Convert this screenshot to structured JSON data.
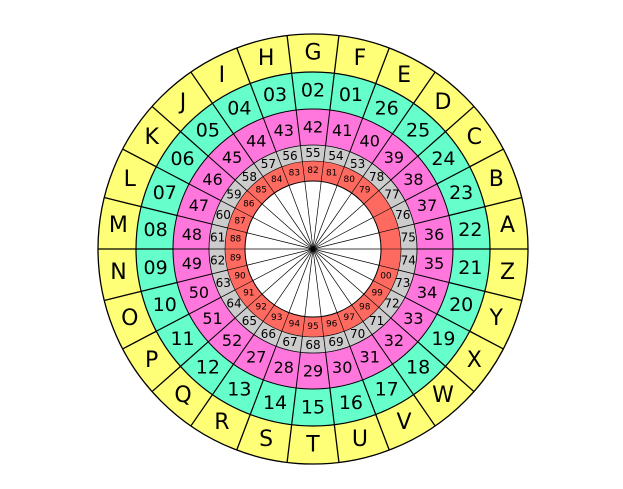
{
  "rings": [
    {
      "name": "letters",
      "color": "#ffff77",
      "segments": 26,
      "start_angle_deg": 90,
      "labels": [
        "G",
        "F",
        "E",
        "D",
        "C",
        "B",
        "A",
        "Z",
        "Y",
        "X",
        "W",
        "V",
        "U",
        "T",
        "S",
        "R",
        "Q",
        "P",
        "O",
        "N",
        "M",
        "L",
        "K",
        "J",
        "I",
        "H"
      ]
    },
    {
      "name": "numbers-01-26",
      "color": "#66ffcc",
      "segments": 26,
      "start_angle_deg": 90,
      "labels": [
        "02",
        "01",
        "26",
        "25",
        "24",
        "23",
        "22",
        "21",
        "20",
        "19",
        "18",
        "17",
        "16",
        "15",
        "14",
        "13",
        "12",
        "11",
        "10",
        "09",
        "08",
        "07",
        "06",
        "05",
        "04",
        "03"
      ]
    },
    {
      "name": "numbers-27-52",
      "color": "#ff77dd",
      "segments": 26,
      "start_angle_deg": 90,
      "labels": [
        "42",
        "41",
        "40",
        "39",
        "38",
        "37",
        "36",
        "35",
        "34",
        "33",
        "32",
        "31",
        "30",
        "29",
        "28",
        "27",
        "52",
        "51",
        "50",
        "49",
        "48",
        "47",
        "46",
        "45",
        "44",
        "43"
      ]
    },
    {
      "name": "numbers-53-74",
      "color": "#cccccc",
      "segments": 26,
      "start_angle_deg": 90,
      "labels": [
        "55",
        "54",
        "53",
        "78",
        "77",
        "76",
        "75",
        "74",
        "73",
        "72",
        "71",
        "70",
        "69",
        "68",
        "67",
        "66",
        "65",
        "64",
        "63",
        "62",
        "61",
        "60",
        "59",
        "58",
        "57",
        "56"
      ]
    },
    {
      "name": "numbers-79-00",
      "color": "#ff6a60",
      "segments": 26,
      "start_angle_deg": 90,
      "labels": [
        "82",
        "81",
        "80",
        "79",
        "",
        "",
        "",
        "",
        "00",
        "99",
        "98",
        "97",
        "96",
        "95",
        "94",
        "93",
        "92",
        "91",
        "90",
        "89",
        "88",
        "87",
        "86",
        "85",
        "84",
        "83"
      ]
    }
  ],
  "center_color": "#ffffff",
  "line_color": "#000000",
  "spoke_count": 26
}
